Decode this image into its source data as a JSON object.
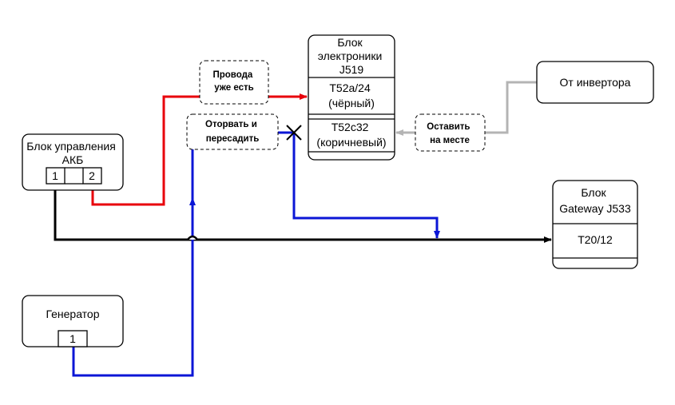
{
  "colors": {
    "red_wire": "#e8000b",
    "blue_wire": "#0b16d6",
    "black_wire": "#000000",
    "gray_wire": "#b4b4b4"
  },
  "j519": {
    "title_lines": [
      "Блок",
      "электроники",
      "J519"
    ],
    "conn1_lines": [
      "T52a/24",
      "(чёрный)"
    ],
    "conn2_lines": [
      "T52c32",
      "(коричневый)"
    ]
  },
  "inverter": {
    "label": "От инвертора"
  },
  "akb": {
    "title_lines": [
      "Блок управления",
      "АКБ"
    ],
    "pin1": "1",
    "pin2": "2"
  },
  "gateway": {
    "title_lines": [
      "Блок",
      "Gateway J533"
    ],
    "conn": "T20/12"
  },
  "generator": {
    "label": "Генератор",
    "pin": "1"
  },
  "notes": {
    "wires_exist": [
      "Провода",
      "уже есть"
    ],
    "tear_off": [
      "Оторвать и",
      "пересадить"
    ],
    "leave": [
      "Оставить",
      "на месте"
    ]
  },
  "cut_mark_icon": "cross-mark-icon"
}
